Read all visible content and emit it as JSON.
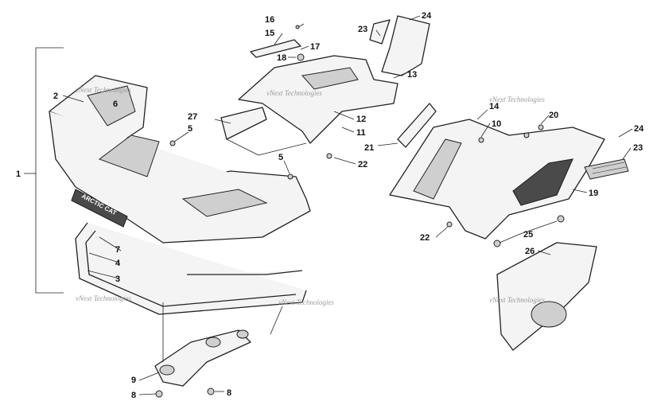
{
  "watermark": "vNext Technologies",
  "brand": "ARCTIC CAT",
  "callouts": {
    "c1": "1",
    "c2": "2",
    "c3": "3",
    "c4": "4",
    "c5a": "5",
    "c5b": "5",
    "c6": "6",
    "c7": "7",
    "c8a": "8",
    "c8b": "8",
    "c9": "9",
    "c10": "10",
    "c11": "11",
    "c12": "12",
    "c13": "13",
    "c14": "14",
    "c15": "15",
    "c16": "16",
    "c17": "17",
    "c18": "18",
    "c19": "19",
    "c20": "20",
    "c21": "21",
    "c22a": "22",
    "c22b": "22",
    "c23a": "23",
    "c23b": "23",
    "c24a": "24",
    "c24b": "24",
    "c25": "25",
    "c26": "26",
    "c27": "27"
  }
}
